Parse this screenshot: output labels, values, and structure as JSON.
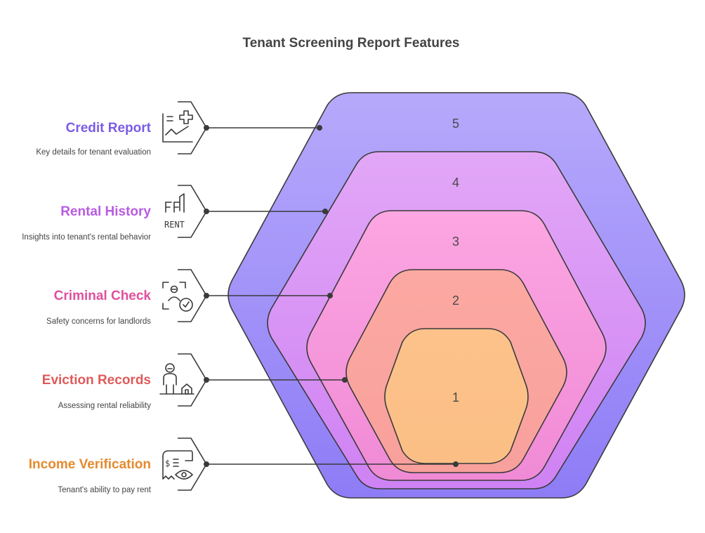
{
  "title": "Tenant Screening Report Features",
  "layers": [
    {
      "number": "5",
      "color_top": "#b6a9fb",
      "color_bottom": "#8e7cf6"
    },
    {
      "number": "4",
      "color_top": "#e2a7f7",
      "color_bottom": "#cf82f3"
    },
    {
      "number": "3",
      "color_top": "#fca6e2",
      "color_bottom": "#f08ad6"
    },
    {
      "number": "2",
      "color_top": "#fca9a2",
      "color_bottom": "#f8a09c"
    },
    {
      "number": "1",
      "color_top": "#fcc28a",
      "color_bottom": "#fbbf85"
    }
  ],
  "items": [
    {
      "title": "Credit Report",
      "description": "Key details for tenant evaluation",
      "color": "#7b5ce6",
      "icon": "credit-report-icon"
    },
    {
      "title": "Rental History",
      "description": "Insights into tenant's rental behavior",
      "color": "#b85ce0",
      "icon": "rent-sign-icon"
    },
    {
      "title": "Criminal Check",
      "description": "Safety concerns for landlords",
      "color": "#e0509e",
      "icon": "background-check-icon"
    },
    {
      "title": "Eviction Records",
      "description": "Assessing rental reliability",
      "color": "#e05a5a",
      "icon": "eviction-person-house-icon"
    },
    {
      "title": "Income Verification",
      "description": "Tenant's ability to pay rent",
      "color": "#e58a2e",
      "icon": "income-receipt-eye-icon"
    }
  ],
  "icon_labels": {
    "rent": "RENT"
  }
}
